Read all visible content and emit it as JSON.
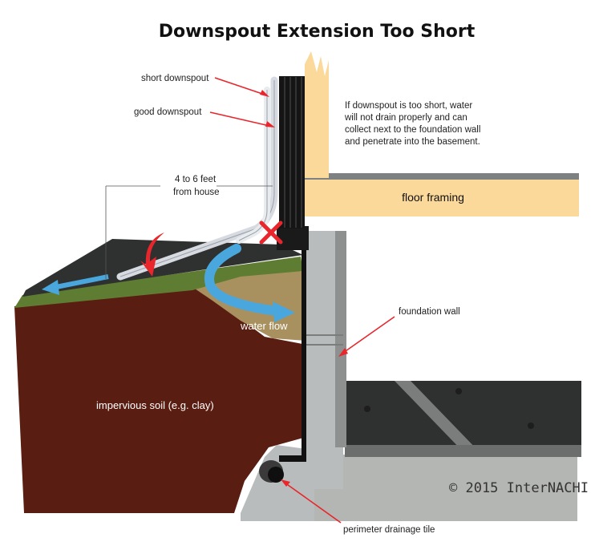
{
  "title": "Downspout Extension Too Short",
  "labels": {
    "short_downspout": "short downspout",
    "good_downspout": "good downspout",
    "distance_line1": "4 to 6 feet",
    "distance_line2": "from house",
    "floor_framing": "floor framing",
    "foundation_wall": "foundation wall",
    "water_flow": "water flow",
    "impervious_soil": "impervious soil (e.g. clay)",
    "perimeter_drainage_tile": "perimeter drainage tile",
    "copyright": "© 2015 InterNACHI"
  },
  "note": [
    "If downspout is too short, water",
    "will not drain properly and can",
    "collect next to the foundation wall",
    "and penetrate into the basement."
  ],
  "colors": {
    "wood": "#fbd99a",
    "soil": "#5a1d12",
    "gravel": "#a8915f",
    "grass": "#5f7d32",
    "asphalt": "#2f3130",
    "concrete": "#b9bcbc",
    "water_arrow": "#4aa7de",
    "pointer_red": "#e8262b",
    "downspout": "#d7dbe1"
  }
}
